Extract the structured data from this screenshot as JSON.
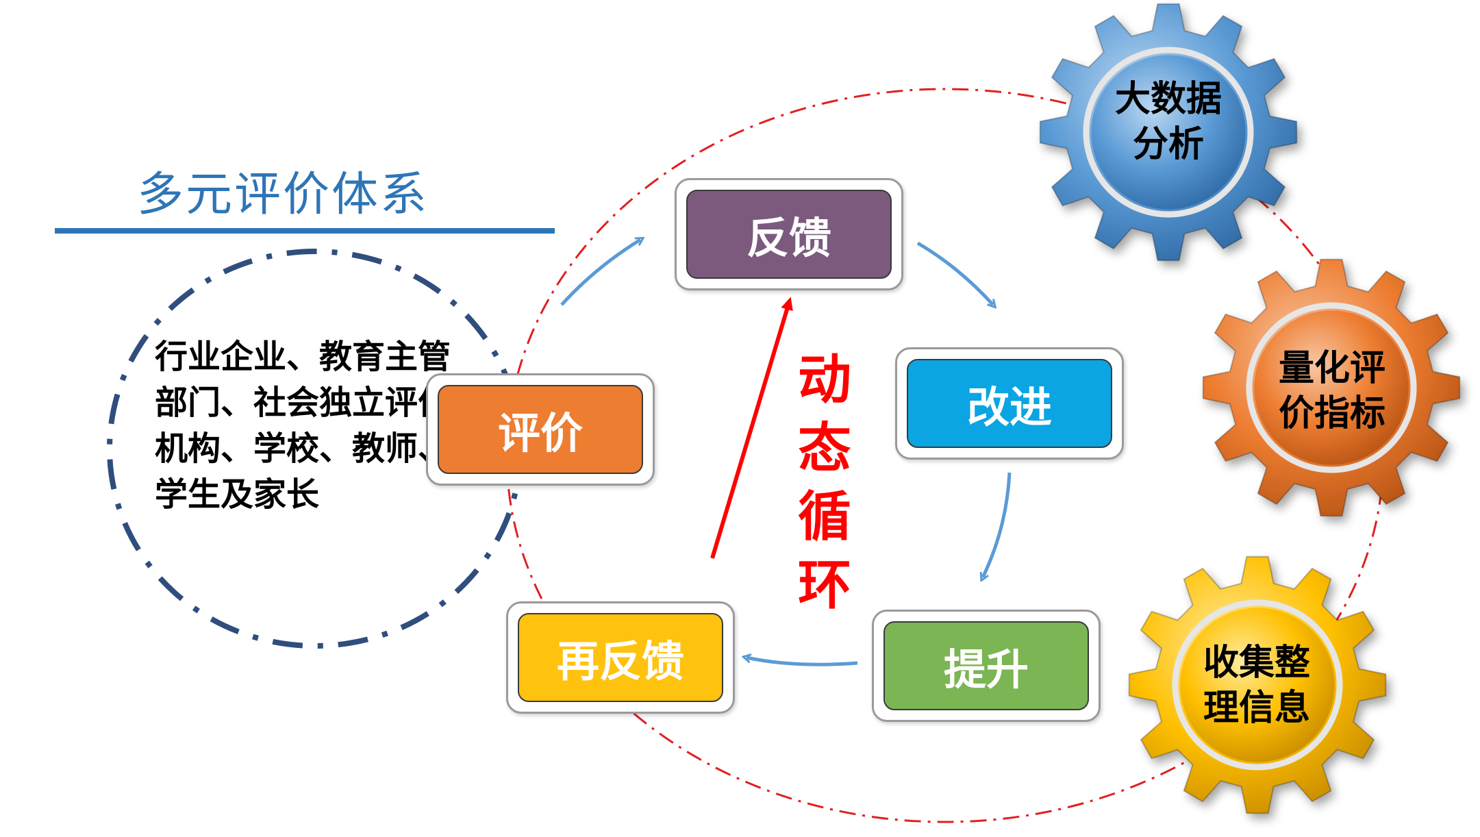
{
  "title": "多元评价体系",
  "stakeholders_text": "行业企业、教育主管部门、社会独立评价机构、学校、教师、学生及家长",
  "cycle": {
    "label": "动态循环",
    "steps": {
      "feedback": "反馈",
      "improve": "改进",
      "enhance": "提升",
      "refeedback": "再反馈",
      "evaluate": "评价"
    }
  },
  "gears": {
    "big_data": "大数据分析",
    "quantify": "量化评价指标",
    "collect": "收集整理信息"
  },
  "colors": {
    "title_blue": "#2E75B6",
    "feedback_purple": "#7B5A7E",
    "improve_cyan": "#0AA5E2",
    "enhance_green": "#7BB554",
    "refeedback_yellow": "#FFC20E",
    "evaluate_orange": "#ED7D31",
    "cycle_red": "#FF0000",
    "gear_blue": "#5B9BD5",
    "gear_orange": "#ED7D31",
    "gear_yellow": "#FFC000"
  }
}
